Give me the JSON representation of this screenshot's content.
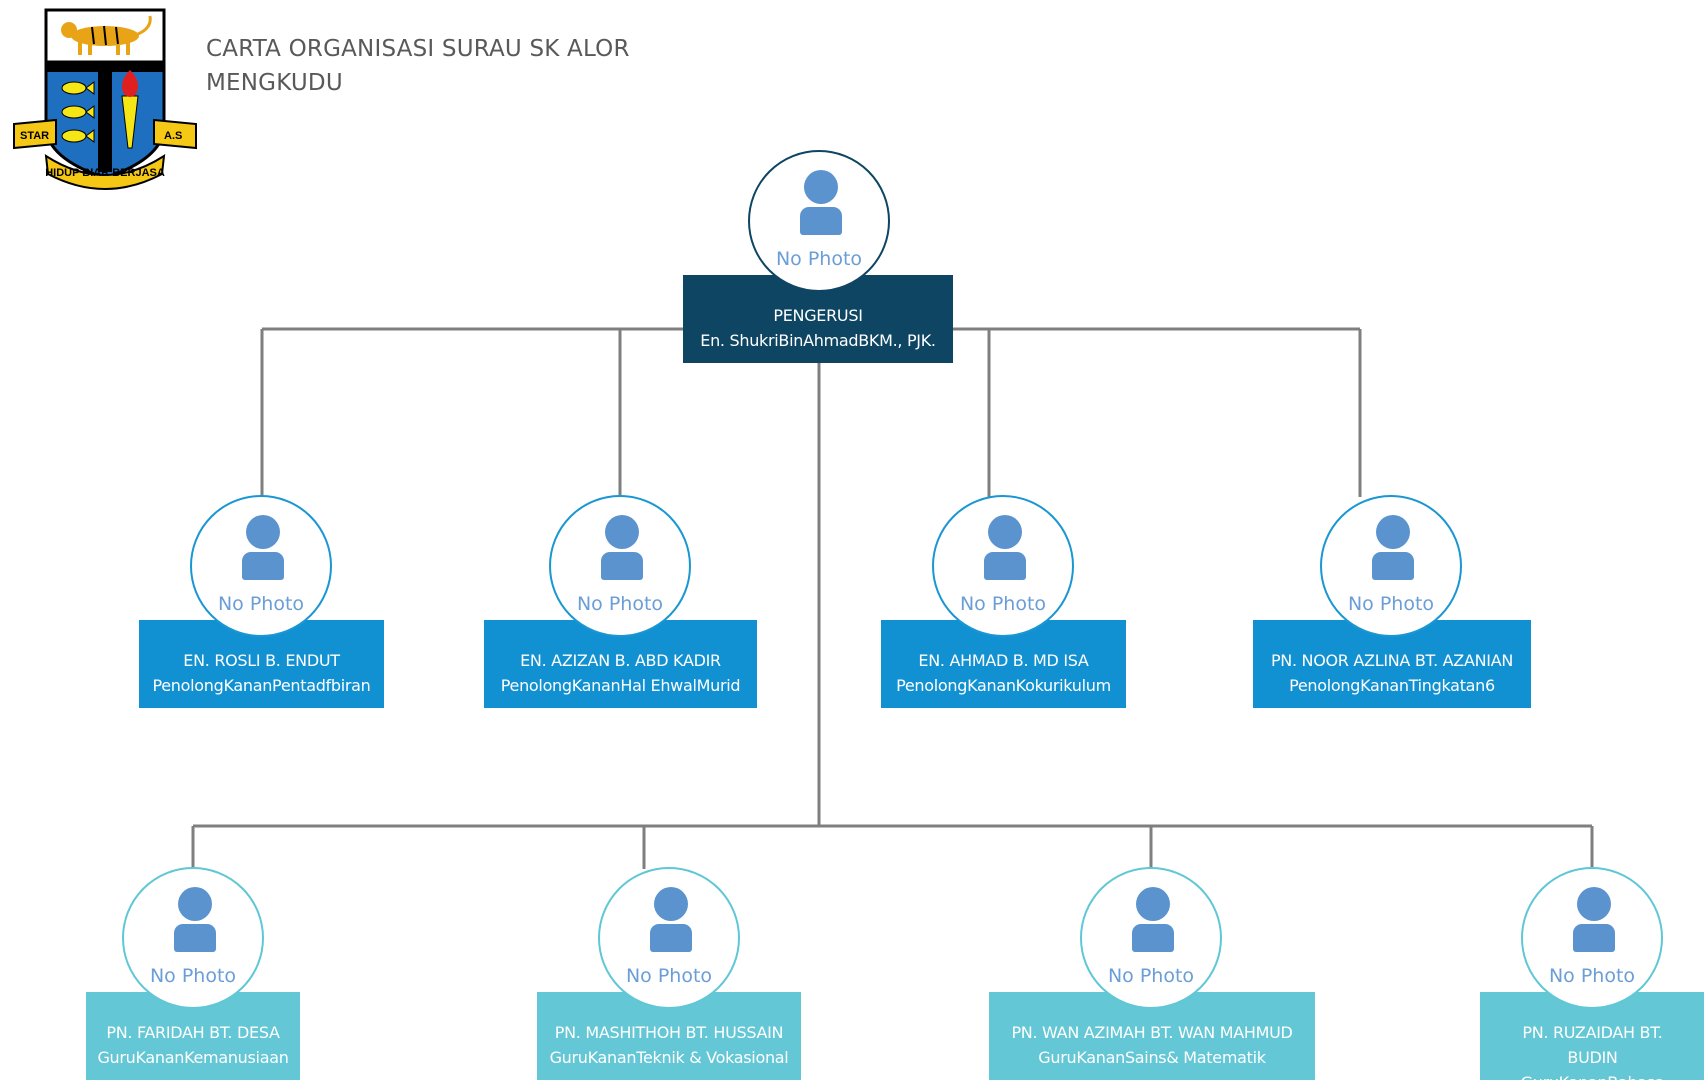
{
  "title": "CARTA  ORGANISASI SURAU SK ALOR MENGKUDU",
  "logo": {
    "banner_left": "STAR",
    "banner_right": "A.S",
    "motto": "HIDUP BIAR BERJASA"
  },
  "placeholder_text": "No Photo",
  "colors": {
    "level0": "#0e4563",
    "level1": "#1191d1",
    "level2": "#63c7d5",
    "connector": "#7f7f7f",
    "avatar_icon": "#5b93cf"
  },
  "chair": {
    "name": "PENGERUSI",
    "role": "En. ShukriBinAhmadBKM., PJK."
  },
  "assistants": [
    {
      "name": "EN. ROSLI B. ENDUT",
      "role": "PenolongKananPentadfbiran"
    },
    {
      "name": "EN. AZIZAN B. ABD KADIR",
      "role": "PenolongKananHal EhwalMurid"
    },
    {
      "name": "EN. AHMAD B. MD ISA",
      "role": "PenolongKananKokurikulum"
    },
    {
      "name": "PN. NOOR AZLINA BT. AZANIAN",
      "role": "PenolongKananTingkatan6"
    }
  ],
  "teachers": [
    {
      "name": "PN. FARIDAH BT. DESA",
      "role": "GuruKananKemanusiaan"
    },
    {
      "name": "PN. MASHITHOH BT. HUSSAIN",
      "role": "GuruKananTeknik & Vokasional"
    },
    {
      "name": "PN. WAN AZIMAH BT. WAN MAHMUD",
      "role": "GuruKananSains& Matematik"
    },
    {
      "name": "PN. RUZAIDAH BT. BUDIN",
      "role": "GuruKananBahasa"
    }
  ]
}
